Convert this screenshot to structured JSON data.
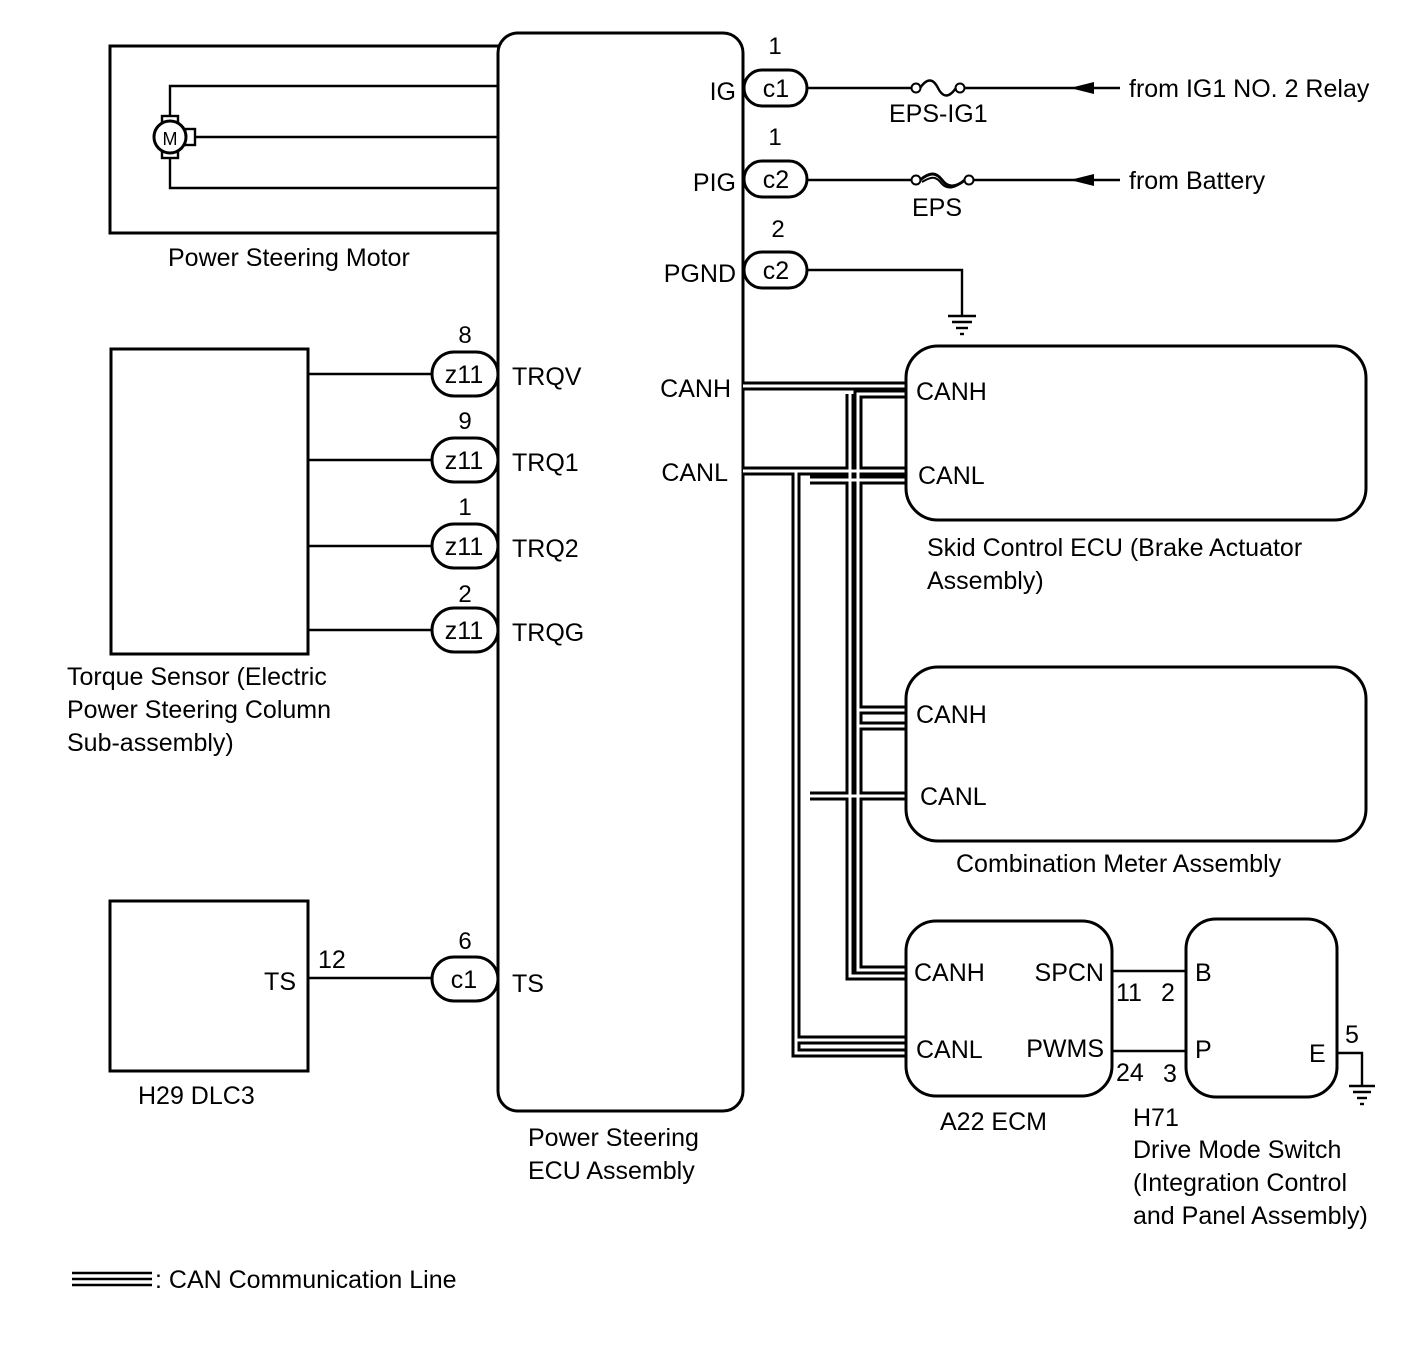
{
  "ecu": {
    "name_line1": "Power Steering",
    "name_line2": "ECU Assembly"
  },
  "pins": {
    "ig": "IG",
    "pig": "PIG",
    "pgnd": "PGND",
    "canh": "CANH",
    "canl": "CANL",
    "trqv": "TRQV",
    "trq1": "TRQ1",
    "trq2": "TRQ2",
    "trqg": "TRQG",
    "ts": "TS"
  },
  "connectors": {
    "ig": {
      "code": "c1",
      "pin": "1"
    },
    "pig": {
      "code": "c2",
      "pin": "1"
    },
    "pgnd": {
      "code": "c2",
      "pin": "2"
    },
    "trqv": {
      "code": "z11",
      "pin": "8"
    },
    "trq1": {
      "code": "z11",
      "pin": "9"
    },
    "trq2": {
      "code": "z11",
      "pin": "1"
    },
    "trqg": {
      "code": "z11",
      "pin": "2"
    },
    "ts": {
      "code": "c1",
      "pin": "6"
    }
  },
  "fuses": {
    "eps_ig1": "EPS-IG1",
    "eps": "EPS"
  },
  "sources": {
    "ig1_relay": "from IG1 NO. 2 Relay",
    "battery": "from Battery"
  },
  "motor": {
    "label": "Power Steering Motor",
    "symbol": "M"
  },
  "torque_sensor": {
    "line1": "Torque Sensor (Electric",
    "line2": "Power Steering Column",
    "line3": "Sub-assembly)"
  },
  "dlc3": {
    "label": "H29 DLC3",
    "pin_name": "TS",
    "pin_no": "12"
  },
  "skid": {
    "canh": "CANH",
    "canl": "CANL",
    "line1": "Skid Control ECU (Brake Actuator",
    "line2": "Assembly)"
  },
  "meter": {
    "canh": "CANH",
    "canl": "CANL",
    "label": "Combination Meter Assembly"
  },
  "ecm": {
    "label": "A22  ECM",
    "canh": "CANH",
    "canl": "CANL",
    "spcn": "SPCN",
    "pwms": "PWMS",
    "spcn_pin": "11",
    "pwms_pin": "24"
  },
  "switch": {
    "code": "H71",
    "line1": "Drive Mode Switch",
    "line2": "(Integration Control",
    "line3": "and Panel Assembly)",
    "b": "B",
    "p": "P",
    "e": "E",
    "b_pin": "2",
    "p_pin": "3",
    "e_pin": "5"
  },
  "legend": {
    "text": ": CAN Communication Line"
  }
}
